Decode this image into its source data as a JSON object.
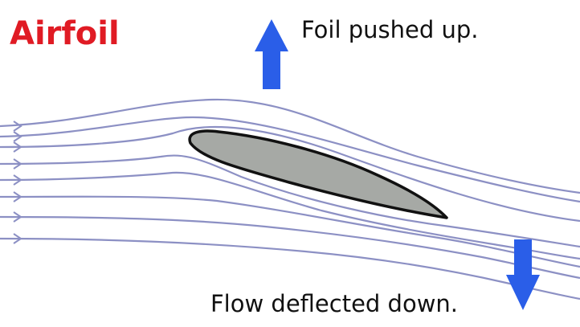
{
  "title": "Airfoil",
  "labels": {
    "up": "Foil pushed up.",
    "down": "Flow deflected down."
  },
  "colors": {
    "title": "#e01b24",
    "streamline": "#8c90c4",
    "foil_fill": "#a6a9a5",
    "foil_stroke": "#111111",
    "arrow": "#2a5ee8",
    "text": "#111111"
  }
}
